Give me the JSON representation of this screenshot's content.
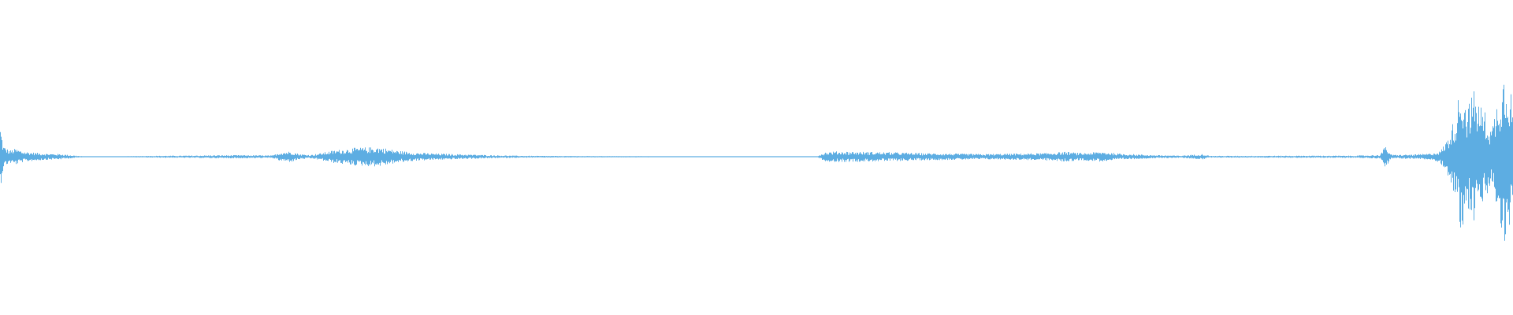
{
  "waveform": {
    "color": "#5DADE2",
    "background": "#FFFFFF",
    "description_free": true,
    "envelope": [
      [
        0.0,
        0.35
      ],
      [
        0.002,
        0.12
      ],
      [
        0.006,
        0.07
      ],
      [
        0.01,
        0.09
      ],
      [
        0.015,
        0.06
      ],
      [
        0.02,
        0.05
      ],
      [
        0.03,
        0.035
      ],
      [
        0.04,
        0.03
      ],
      [
        0.048,
        0.015
      ],
      [
        0.055,
        0.005
      ],
      [
        0.07,
        0.003
      ],
      [
        0.085,
        0.006
      ],
      [
        0.1,
        0.01
      ],
      [
        0.12,
        0.012
      ],
      [
        0.14,
        0.016
      ],
      [
        0.16,
        0.018
      ],
      [
        0.18,
        0.014
      ],
      [
        0.185,
        0.05
      ],
      [
        0.192,
        0.06
      ],
      [
        0.198,
        0.03
      ],
      [
        0.205,
        0.02
      ],
      [
        0.212,
        0.04
      ],
      [
        0.22,
        0.07
      ],
      [
        0.235,
        0.1
      ],
      [
        0.25,
        0.11
      ],
      [
        0.262,
        0.07
      ],
      [
        0.275,
        0.045
      ],
      [
        0.29,
        0.035
      ],
      [
        0.31,
        0.025
      ],
      [
        0.33,
        0.015
      ],
      [
        0.35,
        0.01
      ],
      [
        0.38,
        0.008
      ],
      [
        0.42,
        0.006
      ],
      [
        0.46,
        0.005
      ],
      [
        0.5,
        0.004
      ],
      [
        0.54,
        0.004
      ],
      [
        0.545,
        0.05
      ],
      [
        0.552,
        0.06
      ],
      [
        0.57,
        0.055
      ],
      [
        0.59,
        0.05
      ],
      [
        0.61,
        0.04
      ],
      [
        0.63,
        0.035
      ],
      [
        0.65,
        0.03
      ],
      [
        0.67,
        0.035
      ],
      [
        0.69,
        0.04
      ],
      [
        0.705,
        0.055
      ],
      [
        0.715,
        0.04
      ],
      [
        0.728,
        0.055
      ],
      [
        0.74,
        0.035
      ],
      [
        0.76,
        0.02
      ],
      [
        0.78,
        0.012
      ],
      [
        0.795,
        0.03
      ],
      [
        0.8,
        0.01
      ],
      [
        0.83,
        0.01
      ],
      [
        0.86,
        0.012
      ],
      [
        0.895,
        0.012
      ],
      [
        0.912,
        0.02
      ],
      [
        0.916,
        0.12
      ],
      [
        0.92,
        0.02
      ],
      [
        0.935,
        0.025
      ],
      [
        0.945,
        0.035
      ],
      [
        0.952,
        0.06
      ],
      [
        0.957,
        0.2
      ],
      [
        0.962,
        0.45
      ],
      [
        0.966,
        0.85
      ],
      [
        0.97,
        0.55
      ],
      [
        0.974,
        0.75
      ],
      [
        0.978,
        0.6
      ],
      [
        0.982,
        0.5
      ],
      [
        0.986,
        0.3
      ],
      [
        0.99,
        0.65
      ],
      [
        0.994,
        0.95
      ],
      [
        0.997,
        1.0
      ],
      [
        1.0,
        0.6
      ]
    ]
  }
}
